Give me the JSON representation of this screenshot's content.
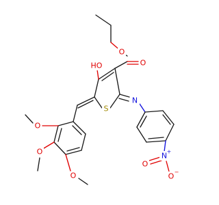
{
  "molecule": {
    "atom_labels": {
      "hydroxyl_o": "HO",
      "ester_carbonyl_o": "O",
      "ester_ether_o": "O",
      "ring_s": "S",
      "imine_n": "N",
      "nitro_n": "N",
      "nitro_n_charge": "+",
      "nitro_o_double": "O",
      "nitro_o_single": "O",
      "nitro_o_charge": "−",
      "methoxy_o_2": "O",
      "methoxy_o_3": "O",
      "methoxy_o_4": "O"
    }
  }
}
